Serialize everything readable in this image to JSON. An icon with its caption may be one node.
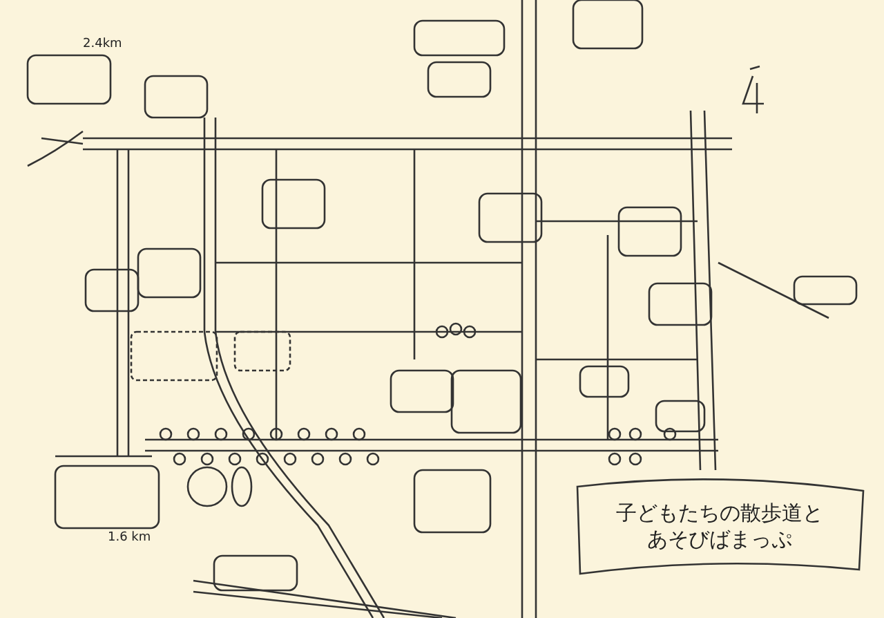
{
  "diagram": {
    "title": "子どもたちの散歩道とあそびばまっぷ",
    "labels": [
      "2.4km",
      "1.6 km"
    ]
  }
}
